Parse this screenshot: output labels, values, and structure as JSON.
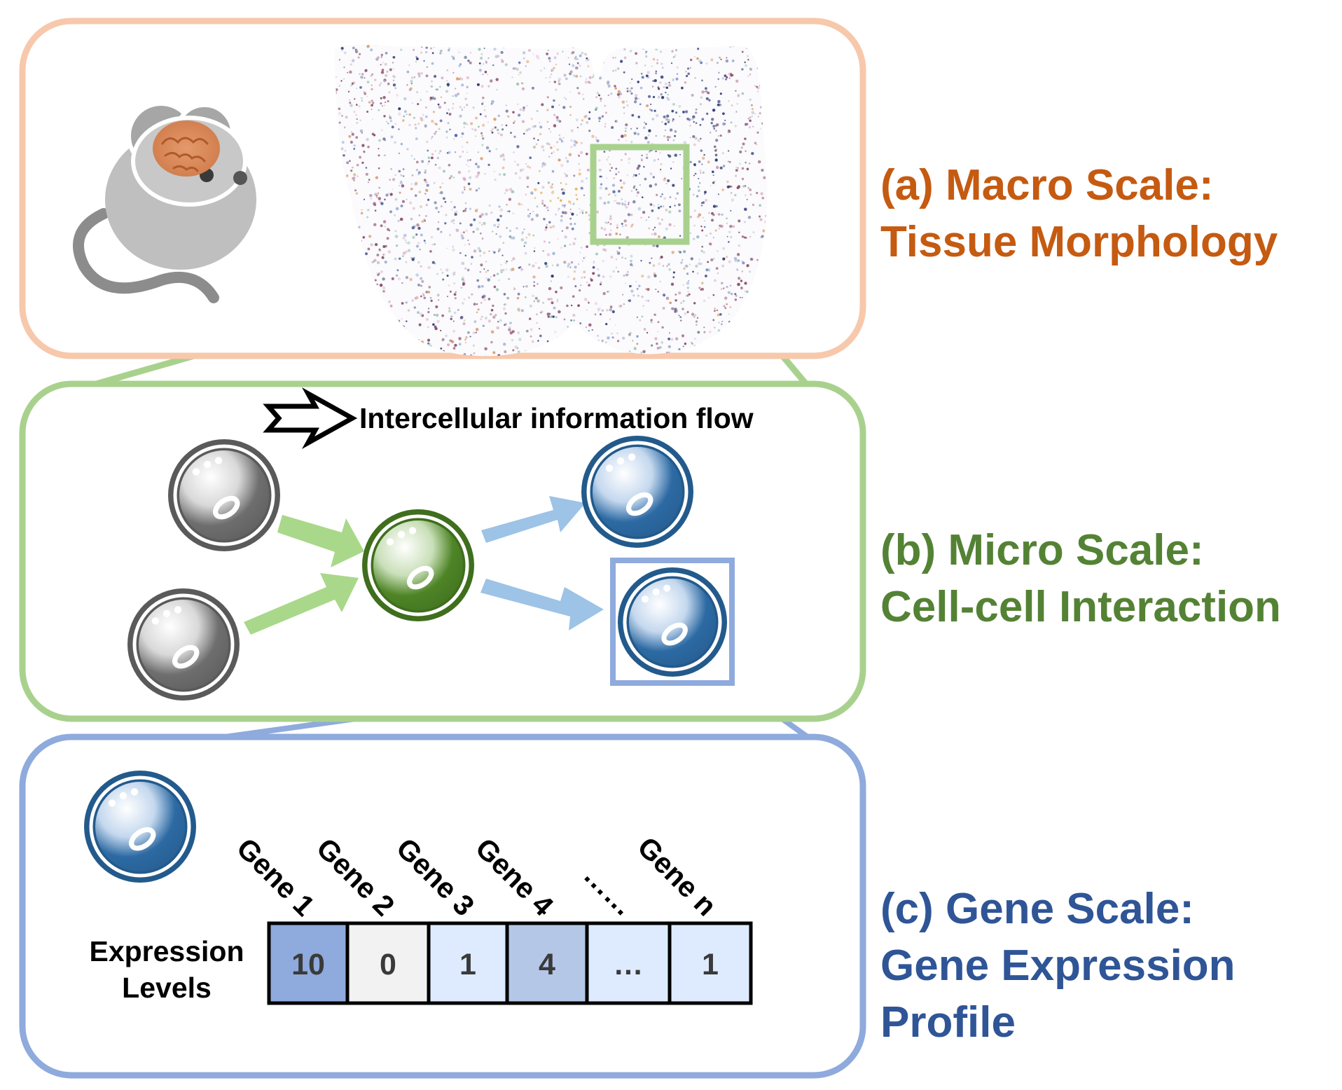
{
  "colors": {
    "macro": "#c55a11",
    "macro_border": "#f7c8ab",
    "micro": "#548235",
    "micro_border": "#a9d18e",
    "gene": "#2f5597",
    "gene_border": "#8faadc",
    "cell_gray": "#6e6e6e",
    "cell_green": "#4e8426",
    "cell_blue": "#2d6aa3",
    "arrow_green": "#a9d88a",
    "arrow_blue": "#9dc3e6"
  },
  "macro": {
    "line1": "(a) Macro Scale:",
    "line2": "Tissue Morphology",
    "icons": [
      "mouse-icon",
      "brain-icon",
      "tissue-spot-map"
    ]
  },
  "micro": {
    "line1": "(b) Micro Scale:",
    "line2": "Cell-cell Interaction",
    "flow_legend": "Intercellular information flow",
    "icons": [
      "hollow-arrow-icon",
      "cell-icon"
    ]
  },
  "gene": {
    "line1": "(c) Gene Scale:",
    "line2": "Gene Expression",
    "line3": "Profile",
    "expression_label_1": "Expression",
    "expression_label_2": "Levels",
    "genes": [
      {
        "name": "Gene 1",
        "value": "10",
        "fill": "#8faadc"
      },
      {
        "name": "Gene 2",
        "value": "0",
        "fill": "#f2f2f2"
      },
      {
        "name": "Gene 3",
        "value": "1",
        "fill": "#deebff"
      },
      {
        "name": "Gene 4",
        "value": "4",
        "fill": "#b4c7e7"
      },
      {
        "name": "……",
        "value": "…",
        "fill": "#deebff"
      },
      {
        "name": "Gene n",
        "value": "1",
        "fill": "#deebff"
      }
    ]
  }
}
